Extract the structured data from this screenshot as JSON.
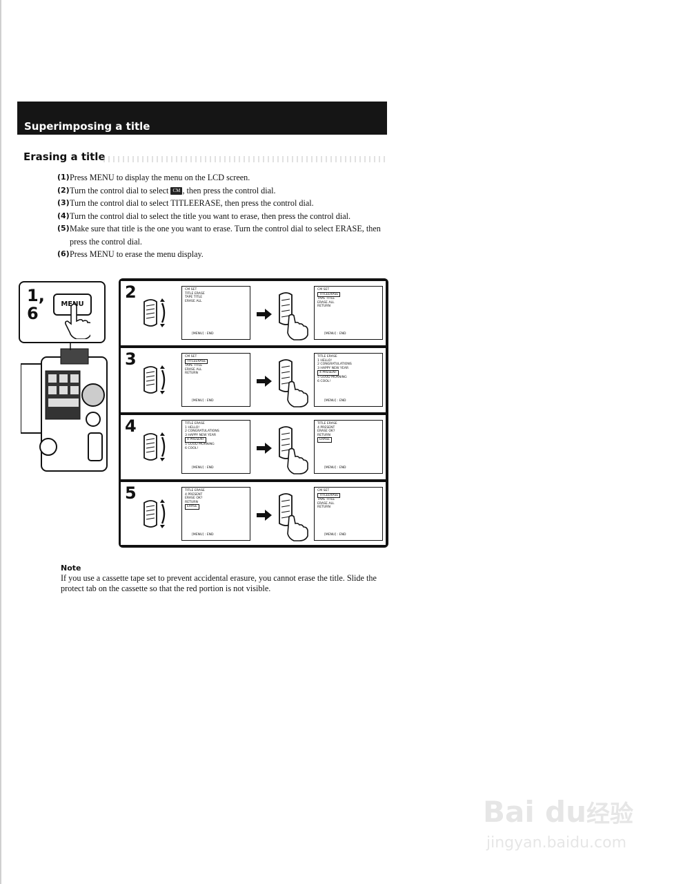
{
  "banner": {
    "title": "Superimposing a title"
  },
  "section": {
    "title": "Erasing a title"
  },
  "steps": [
    {
      "num": "(1)",
      "text": "Press MENU to display the menu on the LCD screen."
    },
    {
      "num": "(2)",
      "text_before": "Turn the control dial to select",
      "icon_label": "CM",
      "text_after": ", then press the control dial."
    },
    {
      "num": "(3)",
      "text": "Turn the control dial to select TITLEERASE, then press the control dial."
    },
    {
      "num": "(4)",
      "text": "Turn the control dial to select the title you want to erase, then press the control dial."
    },
    {
      "num": "(5)",
      "text": "Make sure that title is the one you want to erase. Turn the control dial to select ERASE, then press the control dial."
    },
    {
      "num": "(6)",
      "text": "Press MENU to erase the menu display."
    }
  ],
  "figure": {
    "step_16_label_1": "1,",
    "step_16_label_2": "6",
    "menu_button_label": "MENU",
    "panels": [
      {
        "num": "2",
        "left_screen": [
          "CM SET",
          "TITLE ERASE",
          "TAPE TITLE",
          "ERASE ALL"
        ],
        "left_end": "[MENU] : END",
        "right_screen": [
          "CM SET",
          "TITLEERASE",
          "TAPE TITLE",
          "ERASE ALL",
          "RETURN"
        ],
        "right_end": "[MENU] : END"
      },
      {
        "num": "3",
        "left_screen": [
          "CM SET",
          "TITLEERASE",
          "TAPE TITLE",
          "ERASE ALL",
          "RETURN"
        ],
        "left_end": "[MENU] : END",
        "right_screen": [
          "TITLE ERASE",
          "1  HELLO!",
          "2  CONGRATULATIONS",
          "3  HAPPY NEW YEAR",
          "4  PRESENT",
          "5  GOOD MORNING",
          "6  COOL!"
        ],
        "right_end": "[MENU] : END"
      },
      {
        "num": "4",
        "left_screen": [
          "TITLE ERASE",
          "1  HELLO!",
          "2  CONGRATULATIONS",
          "3  HAPPY NEW YEAR",
          "4  PRESENT",
          "5  GOOD MORNING",
          "6  COOL!"
        ],
        "left_end": "[MENU] : END",
        "right_screen": [
          "TITLE ERASE",
          "4  PRESENT",
          "ERASE OK?",
          "RETURN",
          "ERASE"
        ],
        "right_end": "[MENU] : END"
      },
      {
        "num": "5",
        "left_screen": [
          "TITLE ERASE",
          "4  PRESENT",
          "ERASE OK?",
          "RETURN",
          "ERASE"
        ],
        "left_end": "[MENU] : END",
        "right_screen": [
          "CM SET",
          "TITLEERASE",
          "TAPE TITLE",
          "ERASE ALL",
          "RETURN"
        ],
        "right_end": "[MENU] : END"
      }
    ]
  },
  "note": {
    "heading": "Note",
    "body": "If you use a cassette tape set to prevent accidental erasure, you cannot erase the title. Slide the protect tab on the cassette so that the red portion is not visible."
  },
  "watermark": {
    "brand": "Bai",
    "brand_suffix": "du",
    "cn": "经验",
    "url": "jingyan.baidu.com"
  },
  "colors": {
    "banner_bg": "#151515",
    "ink": "#111111"
  }
}
